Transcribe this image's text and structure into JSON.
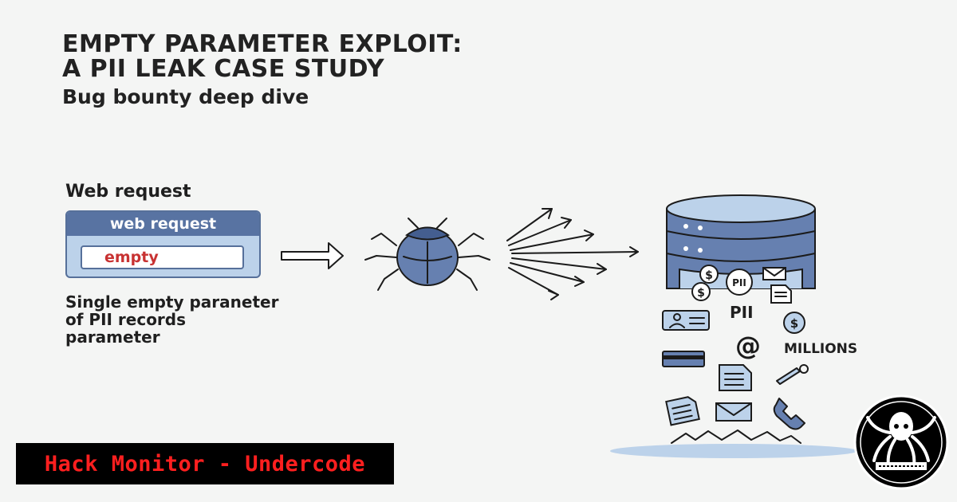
{
  "title": {
    "line1": "EMPTY PARAMETER EXPLOIT:",
    "line2": "A PII LEAK CASE STUDY",
    "subtitle": "Bug bounty deep dive"
  },
  "request": {
    "heading": "Web request",
    "box_header": "web request",
    "field_value": "empty",
    "caption_lines": [
      "Single empty paraneter",
      "of PII records",
      "parameter"
    ]
  },
  "leak": {
    "pii_label": "PII",
    "millions_label": "MILLIONS",
    "coin_label": "PII"
  },
  "brand": {
    "label": "Hack Monitor - Undercode"
  },
  "icons": {
    "arrow": "right-arrow-icon",
    "bug": "bug-icon",
    "spray": "spray-arrows-icon",
    "database": "database-icon",
    "id_card": "id-card-icon",
    "dollar": "dollar-coin-icon",
    "email": "at-sign-icon",
    "credit_card": "credit-card-icon",
    "document": "document-icon",
    "envelope": "envelope-icon",
    "phone": "phone-icon",
    "key": "key-icon",
    "logo": "octopus-logo-icon"
  },
  "colors": {
    "db_blue": "#6680b0",
    "db_light": "#bcd2ea",
    "brand_red": "#ff1f1f",
    "empty_red": "#c83232"
  }
}
